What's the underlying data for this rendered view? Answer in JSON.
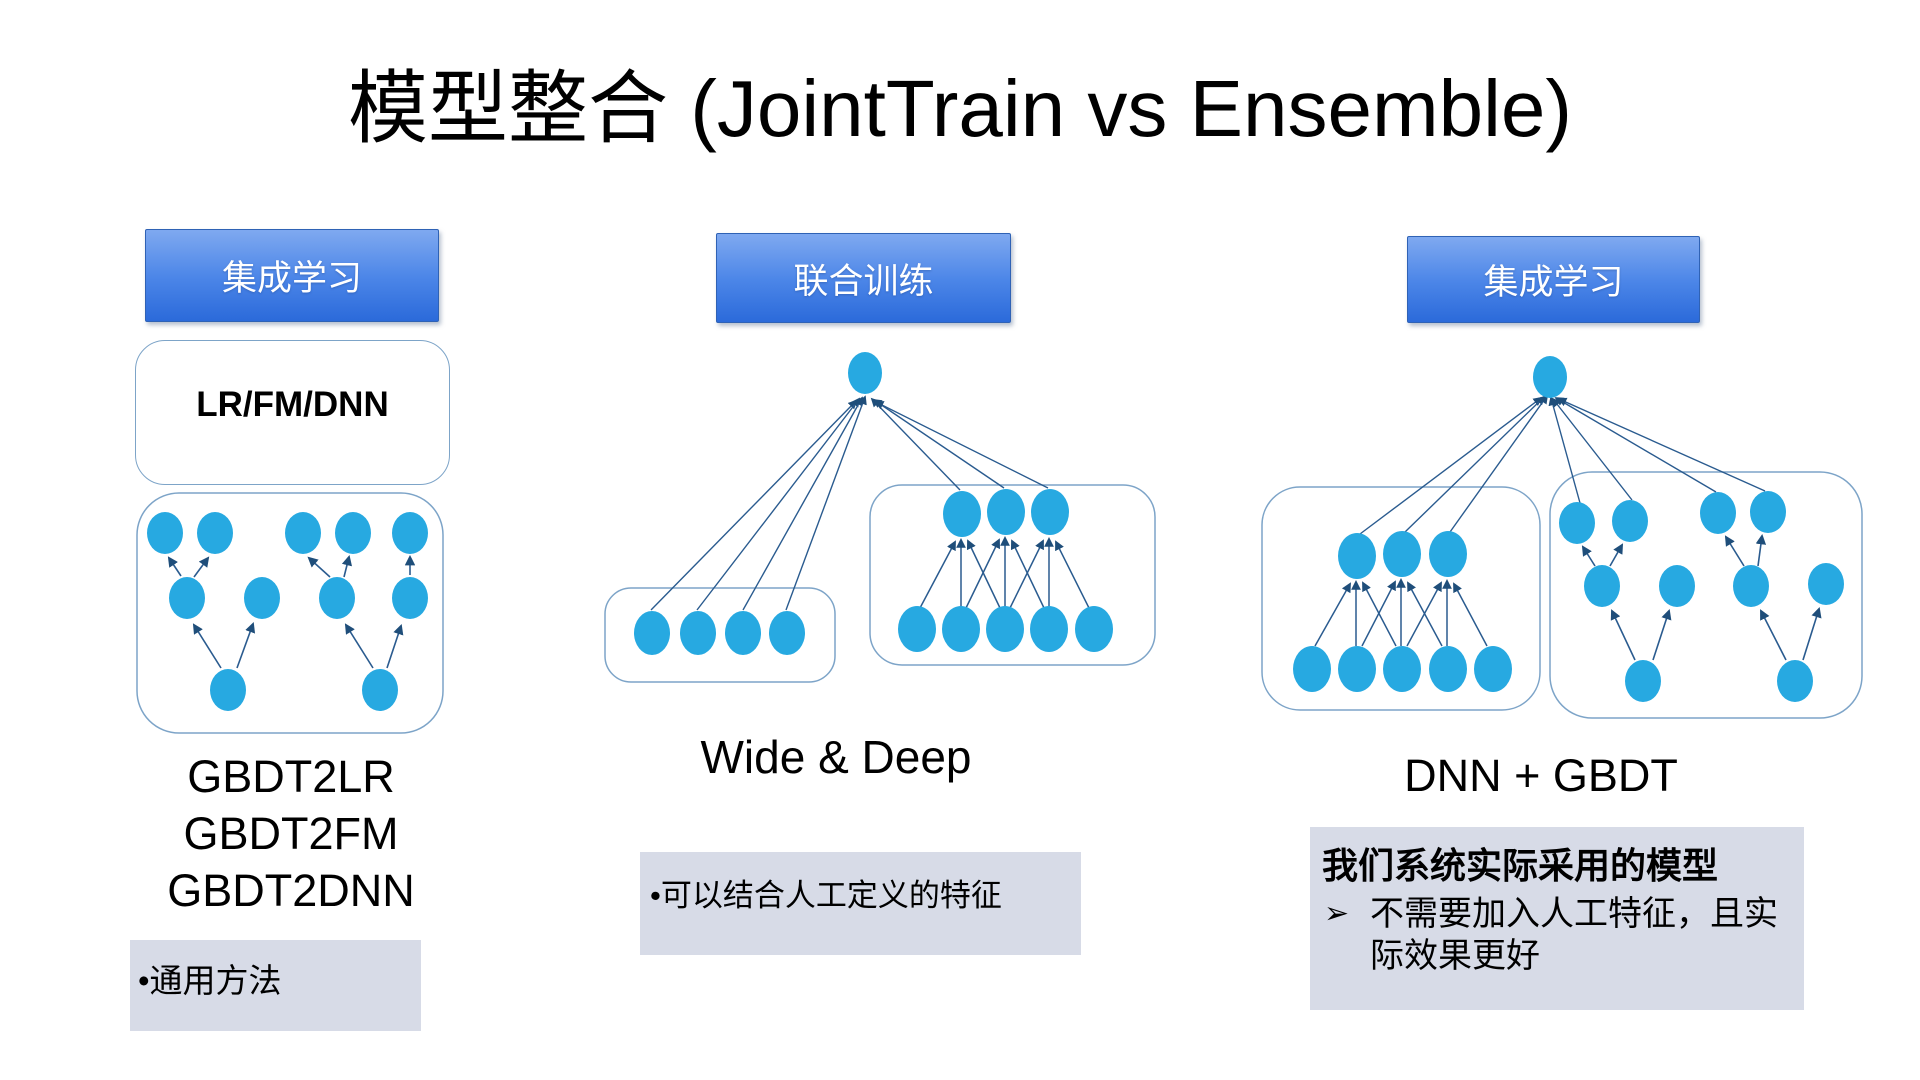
{
  "slide": {
    "title": "模型整合 (JointTrain vs Ensemble)"
  },
  "panels": {
    "left": {
      "header": "集成学习",
      "model_label": "LR/FM/DNN",
      "captions": [
        "GBDT2LR",
        "GBDT2FM",
        "GBDT2DNN"
      ],
      "note": "•通用方法"
    },
    "middle": {
      "header": "联合训练",
      "caption": "Wide & Deep",
      "note": "•可以结合人工定义的特征"
    },
    "right": {
      "header": "集成学习",
      "caption": "DNN + GBDT",
      "note_title": "我们系统实际采用的模型",
      "note_marker": "➢",
      "note_text": "不需要加入人工特征，且实际效果更好"
    }
  },
  "colors": {
    "node_fill": "#27a9e1",
    "arrow": "#2a5b8f",
    "box_border": "#7da4c8",
    "header_gradient_top": "#7fa9f0",
    "header_gradient_bottom": "#2b6ada",
    "note_background": "#d7dbe7",
    "title_text": "#000000",
    "header_text": "#ffffff"
  }
}
